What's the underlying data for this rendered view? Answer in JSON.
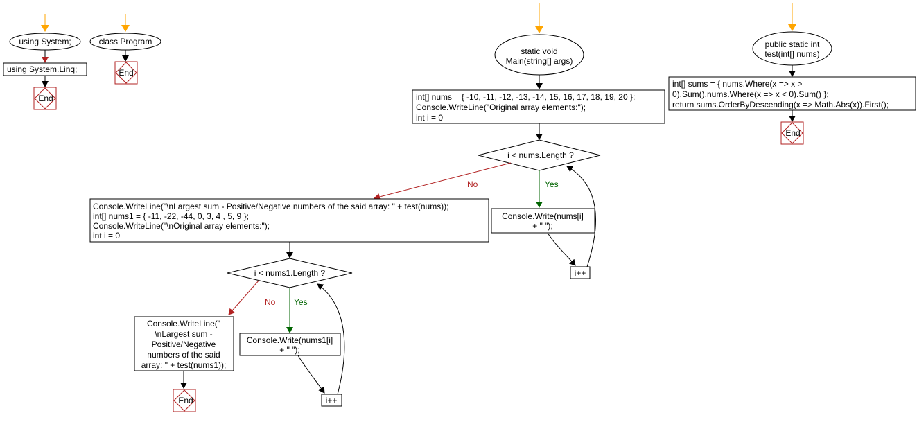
{
  "colors": {
    "start_arrow": "#FFA500",
    "end_border": "#B22222",
    "yes_label": "#006400",
    "no_label": "#B22222",
    "stroke": "#000000",
    "fill": "#FFFFFF"
  },
  "labels": {
    "yes": "Yes",
    "no": "No",
    "end": "End"
  },
  "flow1": {
    "start": "using System;",
    "step": "using System.Linq;"
  },
  "flow2": {
    "start": "class Program"
  },
  "main": {
    "start_line1": "static void",
    "start_line2": "Main(string[] args)",
    "init": [
      "int[] nums = { -10, -11, -12, -13, -14, 15, 16, 17, 18, 19, 20 };",
      "Console.WriteLine(\"Original array elements:\");",
      "int i = 0"
    ],
    "cond1": "i < nums.Length ?",
    "loop1_body": [
      "Console.Write(nums[i]",
      "+ \" \");"
    ],
    "loop1_inc": "i++",
    "after1": [
      "Console.WriteLine(\"\\nLargest sum - Positive/Negative numbers of the said array: \" + test(nums));",
      "int[] nums1 = { -11, -22, -44, 0, 3, 4 , 5, 9 };",
      "Console.WriteLine(\"\\nOriginal array elements:\");",
      "int i = 0"
    ],
    "cond2": "i < nums1.Length ?",
    "loop2_body": [
      "Console.Write(nums1[i]",
      "+ \" \");"
    ],
    "loop2_inc": "i++",
    "final": [
      "Console.WriteLine(\"",
      "\\nLargest sum -",
      "Positive/Negative",
      "numbers of the said",
      "array: \" + test(nums1));"
    ]
  },
  "test": {
    "start_line1": "public static int",
    "start_line2": "test(int[] nums)",
    "body": [
      "int[] sums = { nums.Where(x => x >",
      "0).Sum(),nums.Where(x => x < 0).Sum() };",
      "return sums.OrderByDescending(x => Math.Abs(x)).First();"
    ]
  }
}
